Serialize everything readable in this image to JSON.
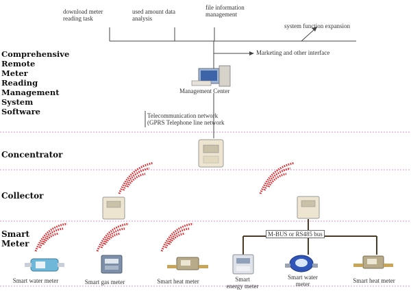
{
  "system": {
    "title_lines": [
      "Comprehensive",
      "Remote",
      "Meter",
      "Reading",
      "Management",
      "System",
      "Software"
    ]
  },
  "top_functions": [
    [
      "download meter",
      "reading task"
    ],
    [
      "used amount data",
      "analysis"
    ],
    [
      "file information",
      "management"
    ],
    [
      "system function expansion"
    ]
  ],
  "marketing_label": "Marketing and other interface",
  "management_center_label": "Management Center",
  "network_label": [
    "Telecommunication network",
    "(GPRS Telephone line network"
  ],
  "sections": {
    "concentrator": "Concentrator",
    "collector": "Collector",
    "smart_meter": [
      "Smart",
      "Meter"
    ]
  },
  "bus_label": "M-BUS or RS485 bus",
  "meters_left": [
    [
      "Smart water meter"
    ],
    [
      "Smart gas meter"
    ],
    [
      "Smart heat meter"
    ]
  ],
  "meters_right": [
    [
      "Smart",
      "energy meter"
    ],
    [
      "Smart water",
      "meter"
    ],
    [
      "Smart heat meter"
    ]
  ],
  "colors": {
    "signal_red": "#e0262a",
    "separator": "#d98fd6",
    "line": "#444444",
    "device_body": "#ede5cf"
  }
}
